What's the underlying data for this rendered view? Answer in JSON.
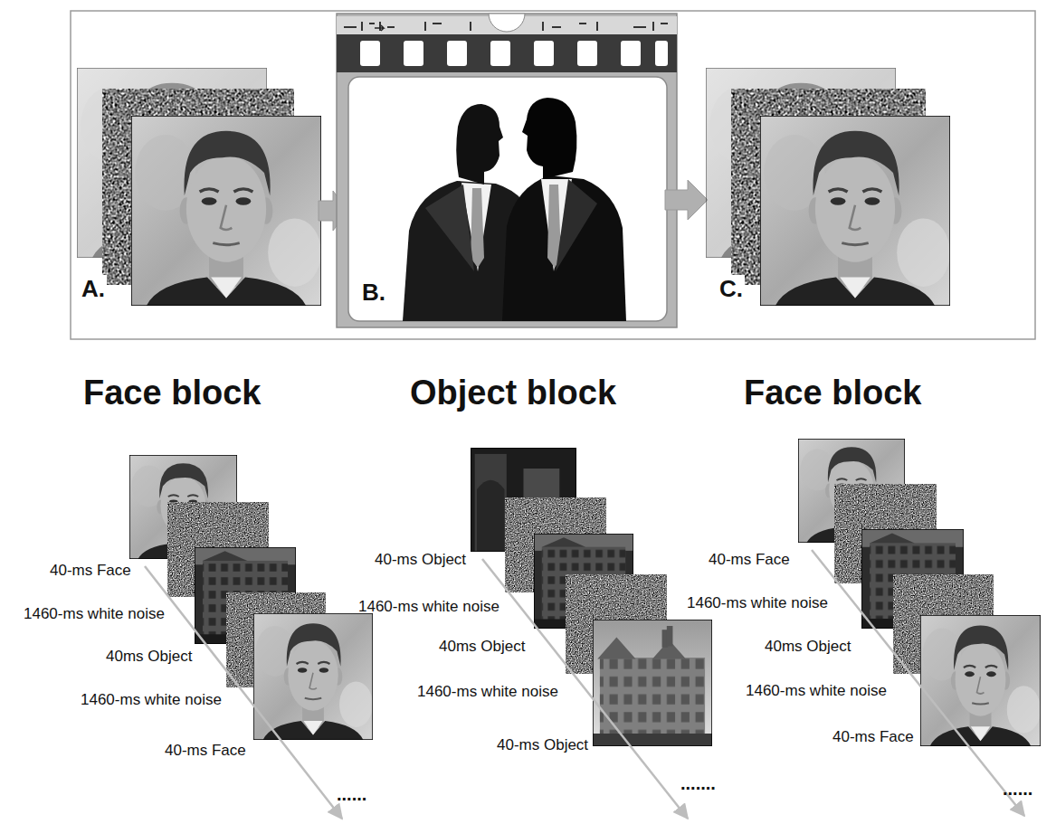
{
  "diagram": {
    "labels": [
      "A.",
      "B.",
      "C.",
      "Face block",
      "Object block",
      "Face block",
      "40-ms Face",
      "1460-ms white noise",
      "40ms Object",
      "1460-ms white noise",
      "40-ms Face",
      "......",
      "40-ms Object",
      "1460-ms white noise",
      "40ms Object",
      "1460-ms white noise",
      "40-ms Object",
      ".......",
      "40-ms Face",
      "1460-ms white noise",
      "40ms Object",
      "1460-ms white noise",
      "40-ms Face",
      "......"
    ]
  }
}
